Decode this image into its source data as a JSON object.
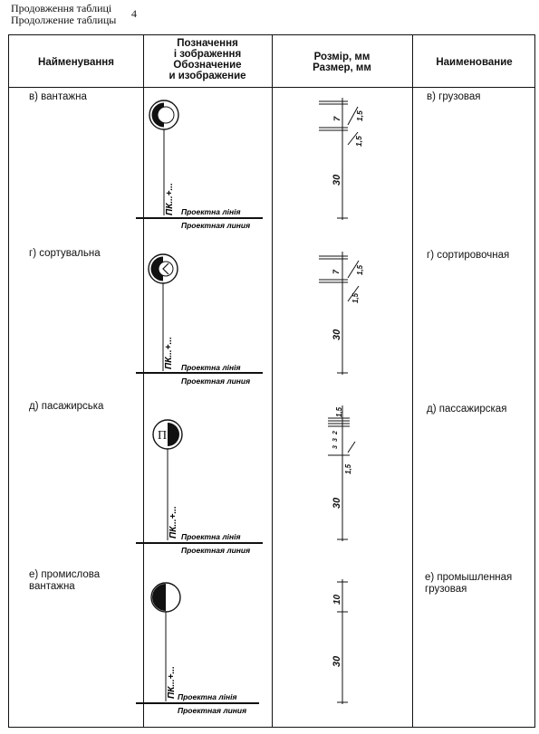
{
  "continuation": {
    "line_uk": "Продовження таблиці",
    "line_ru": "Продолжение таблицы",
    "table_number": "4"
  },
  "headers": {
    "name_uk": "Найменування",
    "symbol_uk_1": "Позначення",
    "symbol_uk_2": "і зображення",
    "symbol_ru_1": "Обозначение",
    "symbol_ru_2": "и изображение",
    "size_uk": "Розмір, мм",
    "size_ru": "Размер, мм",
    "name_ru": "Наименование"
  },
  "rows": [
    {
      "name_uk": "в) вантажна",
      "name_ru": "в) грузовая",
      "picket": "ПК...+...",
      "line_uk": "Проектна лінія",
      "line_ru": "Проектная линия",
      "dims": [
        "7",
        "1,5",
        "1,5",
        "30"
      ]
    },
    {
      "name_uk": "г) сортувальна",
      "name_ru": "г) сортировочная",
      "picket": "ПК...+...",
      "line_uk": "Проектна лінія",
      "line_ru": "Проектная линия",
      "dims": [
        "7",
        "1,5",
        "1,5",
        "30"
      ]
    },
    {
      "name_uk": "д) пасажирська",
      "name_ru": "д) пассажирская",
      "letter": "П",
      "picket": "ПК...+...",
      "line_uk": "Проектна лінія",
      "line_ru": "Проектная линия",
      "dims": [
        "1,5",
        "2",
        "3",
        "3",
        "1,5",
        "30"
      ]
    },
    {
      "name_uk_1": "е) промислова",
      "name_uk_2": "вантажна",
      "name_ru_1": "е) промышленная",
      "name_ru_2": "грузовая",
      "picket": "ПК...+...",
      "line_uk": "Проектна лінія",
      "line_ru": "Проектная линия",
      "dims": [
        "10",
        "30"
      ]
    }
  ]
}
